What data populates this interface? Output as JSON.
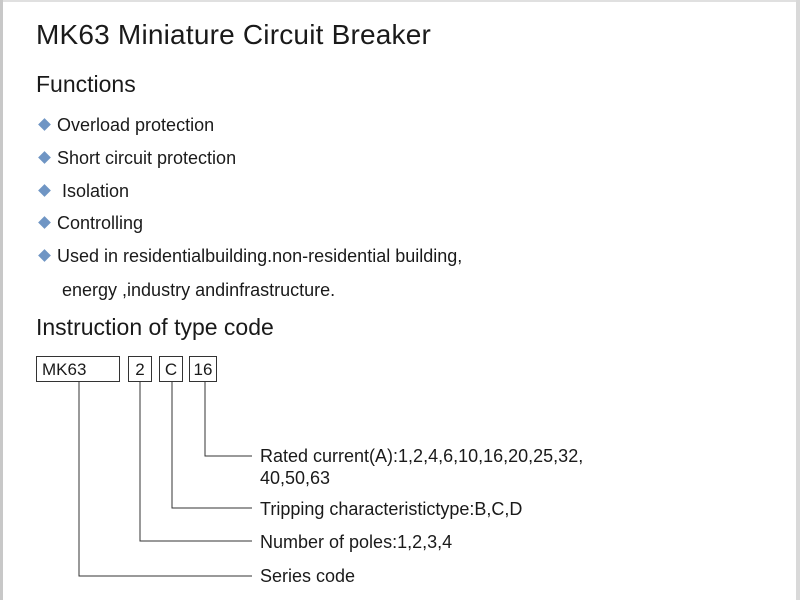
{
  "title": "MK63 Miniature Circuit Breaker",
  "functions": {
    "heading": "Functions",
    "items": [
      "Overload protection",
      "Short circuit protection",
      " Isolation",
      "Controlling",
      "Used in residentialbuilding.non-residential building,"
    ],
    "continuation": "energy ,industry andinfrastructure."
  },
  "type_code": {
    "heading": "Instruction of type code",
    "boxes": [
      "MK63",
      "2",
      "C",
      "16"
    ],
    "descriptions": {
      "rated_current_line1": "Rated current(A):1,2,4,6,10,16,20,25,32,",
      "rated_current_line2": "40,50,63",
      "tripping": "Tripping characteristictype:B,C,D",
      "poles": "Number of poles:1,2,3,4",
      "series": "Series code"
    }
  },
  "colors": {
    "bullet": "#6f95c4",
    "text": "#1a1a1a"
  },
  "icons": {
    "bullet": "diamond-bullet-icon"
  }
}
